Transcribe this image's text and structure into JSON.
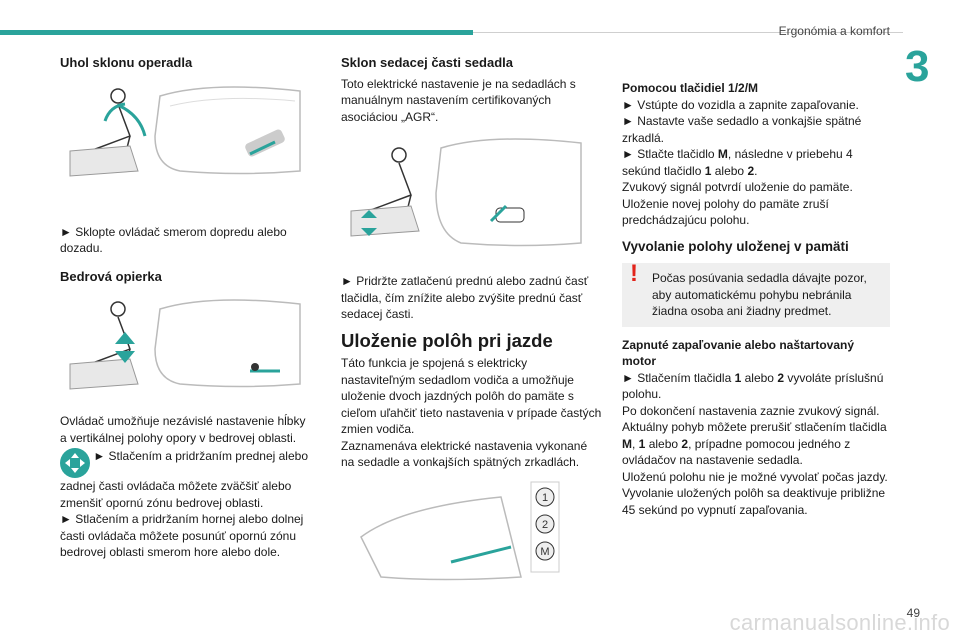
{
  "header": {
    "title": "Ergonómia a komfort",
    "chapter": "3",
    "page": "49"
  },
  "col1": {
    "h1": "Uhol sklonu operadla",
    "t1_pre": "► Sklopte ovládač smerom dopredu alebo dozadu.",
    "h2": "Bedrová opierka",
    "t2a": "Ovládač umožňuje nezávislé nastavenie hĺbky a vertikálnej polohy opory v bedrovej oblasti.",
    "t2b": "► Stlačením a pridržaním prednej alebo zadnej časti ovládača môžete zväčšiť alebo zmenšiť opornú zónu bedrovej oblasti.",
    "t2c": "► Stlačením a pridržaním hornej alebo dolnej časti ovládača môžete posunúť opornú zónu bedrovej oblasti smerom hore alebo dole."
  },
  "col2": {
    "h1": "Sklon sedacej časti sedadla",
    "t1": "Toto elektrické nastavenie je na sedadlách s manuálnym nastavením certifikovaných asociáciou „AGR“.",
    "t2": "► Pridržte zatlačenú prednú alebo zadnú časť tlačidla, čím znížite alebo zvýšite prednú časť sedacej časti.",
    "h2": "Uloženie polôh pri jazde",
    "t3": "Táto funkcia je spojená s elektricky nastaviteľným sedadlom vodiča a umožňuje uloženie dvoch jazdných polôh do pamäte s cieľom uľahčiť tieto nastavenia v prípade častých zmien vodiča.",
    "t4": "Zaznamenáva elektrické nastavenia vykonané na sedadle a vonkajších spätných zrkadlách.",
    "btn1": "1",
    "btn2": "2",
    "btnM": "M"
  },
  "col3": {
    "h0": "Pomocou tlačidiel 1/2/M",
    "l1": "► Vstúpte do vozidla a zapnite zapaľovanie.",
    "l2": "► Nastavte vaše sedadlo a vonkajšie spätné zrkadlá.",
    "l3a": "► Stlačte tlačidlo ",
    "l3M": "M",
    "l3b": ", následne v priebehu 4 sekúnd tlačidlo ",
    "l3_1": "1",
    "l3c": " alebo ",
    "l3_2": "2",
    "l3d": ".",
    "l4": "Zvukový signál potvrdí uloženie do pamäte.",
    "l5": "Uloženie novej polohy do pamäte zruší predchádzajúcu polohu.",
    "h1": "Vyvolanie polohy uloženej v pamäti",
    "warn": "Počas posúvania sedadla dávajte pozor, aby automatickému pohybu nebránila žiadna osoba ani žiadny predmet.",
    "h2": "Zapnuté zapaľovanie alebo naštartovaný motor",
    "m1a": "► Stlačením tlačidla ",
    "m1_1": "1",
    "m1b": " alebo ",
    "m1_2": "2",
    "m1c": " vyvoláte príslušnú polohu.",
    "m2": "Po dokončení nastavenia zaznie zvukový signál.",
    "m3a": "Aktuálny pohyb môžete prerušiť stlačením tlačidla ",
    "m3M": "M",
    "m3b": ", ",
    "m3_1": "1",
    "m3c": " alebo ",
    "m3_2": "2",
    "m3d": ", prípadne pomocou jedného z ovládačov na nastavenie sedadla.",
    "m4": "Uloženú polohu nie je možné vyvolať počas jazdy.",
    "m5": "Vyvolanie uložených polôh sa deaktivuje približne 45 sekúnd po vypnutí zapaľovania."
  },
  "footer": {
    "watermark": "carmanualsonline.info"
  },
  "colors": {
    "accent": "#2aa39b",
    "warning": "#e2231a"
  }
}
